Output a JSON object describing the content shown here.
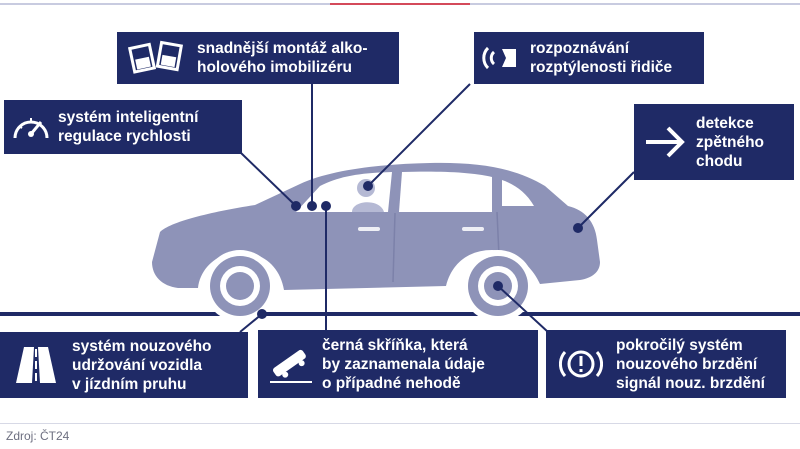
{
  "colors": {
    "box_bg": "#1f2a66",
    "car": "#8e93b8",
    "road": "#1f2a66",
    "connector": "#1f2a66",
    "accent_red": "#d44a5a"
  },
  "features": [
    {
      "id": "speed",
      "icon": "speedometer-icon",
      "label": "systém inteligentní\nregulace rychlosti"
    },
    {
      "id": "alcohol",
      "icon": "alcohol-glasses-icon",
      "label": "snadnější montáž alko-\nholového imobilizéru"
    },
    {
      "id": "distraction",
      "icon": "sound-waves-icon",
      "label": "rozpoznávání\nrozptýlenosti řidiče"
    },
    {
      "id": "reverse",
      "icon": "arrow-right-icon",
      "label": "detekce\nzpětného\nchodu"
    },
    {
      "id": "lane",
      "icon": "road-lane-icon",
      "label": "systém nouzového\nudržování vozidla\nv jízdním pruhu"
    },
    {
      "id": "blackbox",
      "icon": "crash-recorder-icon",
      "label": "černá skříňka, která\nby zaznamenala údaje\no případné nehodě"
    },
    {
      "id": "braking",
      "icon": "brake-warning-icon",
      "label": "pokročilý systém\nnouzového brzdění\nsignál nouz. brzdění"
    }
  ],
  "source": "Zdroj: ČT24"
}
